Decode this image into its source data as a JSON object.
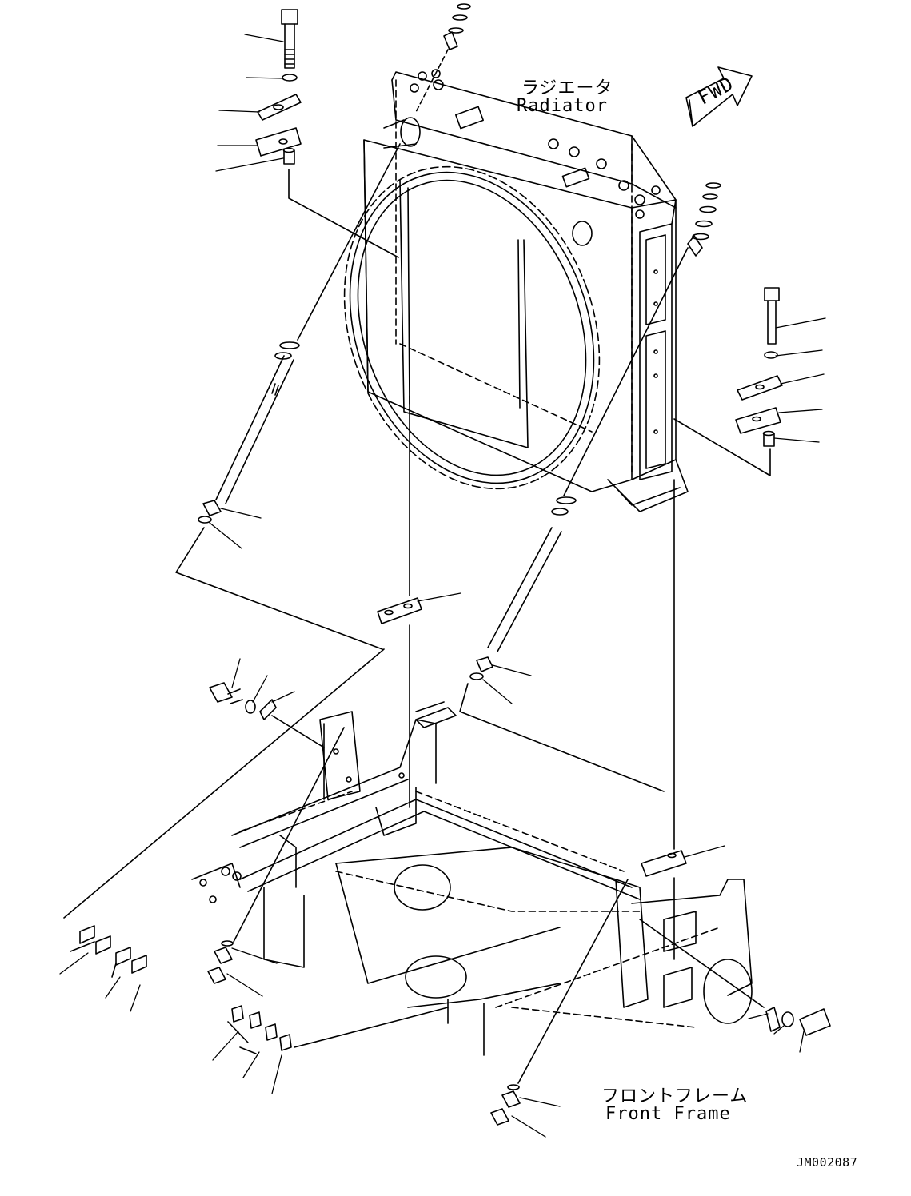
{
  "labels": {
    "radiator_jp": "ラジエータ",
    "radiator_en": "Radiator",
    "front_frame_jp": "フロントフレーム",
    "front_frame_en": "Front Frame",
    "fwd": "FWD",
    "drawing_number": "JM002087"
  },
  "icons": {
    "direction_arrow": "fwd-arrow-icon"
  },
  "colors": {
    "line": "#000000",
    "background": "#ffffff"
  }
}
